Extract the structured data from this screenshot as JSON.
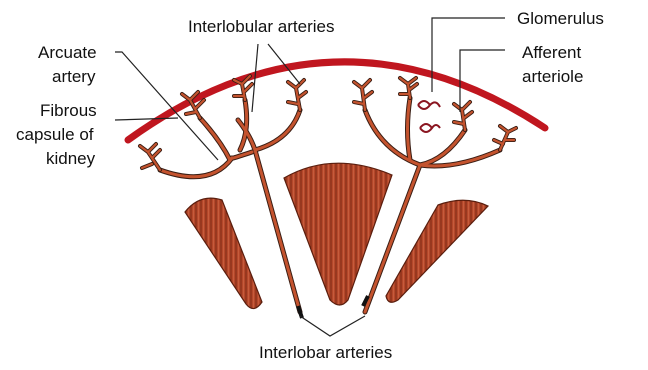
{
  "diagram": {
    "labels": {
      "interlobular": "Interlobular arteries",
      "glomerulus": "Glomerulus",
      "arcuate_line1": "Arcuate",
      "arcuate_line2": "artery",
      "afferent_line1": "Afferent",
      "afferent_line2": "arteriole",
      "fibrous_line1": "Fibrous",
      "fibrous_line2": "capsule of",
      "fibrous_line3": "kidney",
      "interlobar": "Interlobar arteries"
    },
    "colors": {
      "capsule": "#c0161f",
      "pyramid": "#b5472a",
      "pyramid_stripe": "#7a2a14",
      "artery_fill": "#c4532e",
      "artery_outline": "#3a1e14",
      "text": "#111111"
    }
  }
}
